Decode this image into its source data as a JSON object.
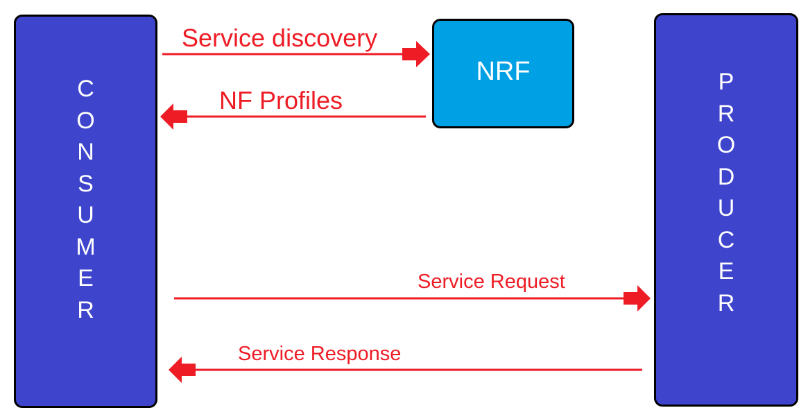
{
  "colors": {
    "entity_fill": "#3e45cc",
    "nrf_fill": "#00a0e4",
    "arrow": "#ee1c25",
    "label_text": "#ee1c25",
    "box_text": "#ffffff",
    "border": "#000000"
  },
  "consumer": {
    "letters": [
      "C",
      "O",
      "N",
      "S",
      "U",
      "M",
      "E",
      "R"
    ]
  },
  "producer": {
    "letters": [
      "P",
      "R",
      "O",
      "D",
      "U",
      "C",
      "E",
      "R"
    ]
  },
  "nrf": {
    "label": "NRF"
  },
  "messages": {
    "discovery": "Service discovery",
    "profiles": "NF Profiles",
    "request": "Service Request",
    "response": "Service Response"
  }
}
